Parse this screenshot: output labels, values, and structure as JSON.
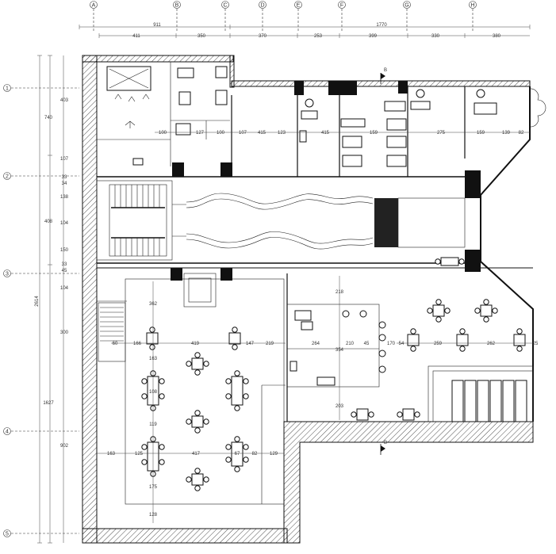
{
  "grid": {
    "columns": [
      "A",
      "B",
      "C",
      "D",
      "E",
      "F",
      "G",
      "H"
    ],
    "rows": [
      "1",
      "2",
      "3",
      "4",
      "5"
    ]
  },
  "top_dims": {
    "overall_partial": "911",
    "overall_total": "1770",
    "segments": [
      "411",
      "350",
      "370",
      "253",
      "399",
      "330",
      "380"
    ]
  },
  "left_dims": {
    "outer_total": "2614",
    "middle": [
      "740",
      "408",
      "1627"
    ],
    "inner": [
      "403",
      "107",
      "33",
      "34",
      "138",
      "104",
      "150",
      "33",
      "45",
      "104",
      "300",
      "902"
    ]
  },
  "room_dims": {
    "upper_row": [
      "100",
      "127",
      "100",
      "107",
      "415",
      "123",
      "415",
      "159",
      "275",
      "159",
      "139",
      "82"
    ],
    "lower_left_h": [
      "60",
      "166",
      "419",
      "147",
      "219",
      "264",
      "210",
      "45",
      "170"
    ],
    "lower_left_v": [
      "362",
      "163",
      "108",
      "119",
      "175",
      "128"
    ],
    "lower_mid_h": [
      "163",
      "125",
      "417",
      "67",
      "82",
      "129"
    ],
    "kitchen_v": [
      "218",
      "354",
      "203"
    ],
    "right_h": [
      "54",
      "259",
      "262",
      "25"
    ]
  },
  "section_marks": [
    "B",
    "B"
  ],
  "colors": {
    "wall": "#111111",
    "hatch_bg": "#ffffff",
    "line": "#222222"
  }
}
